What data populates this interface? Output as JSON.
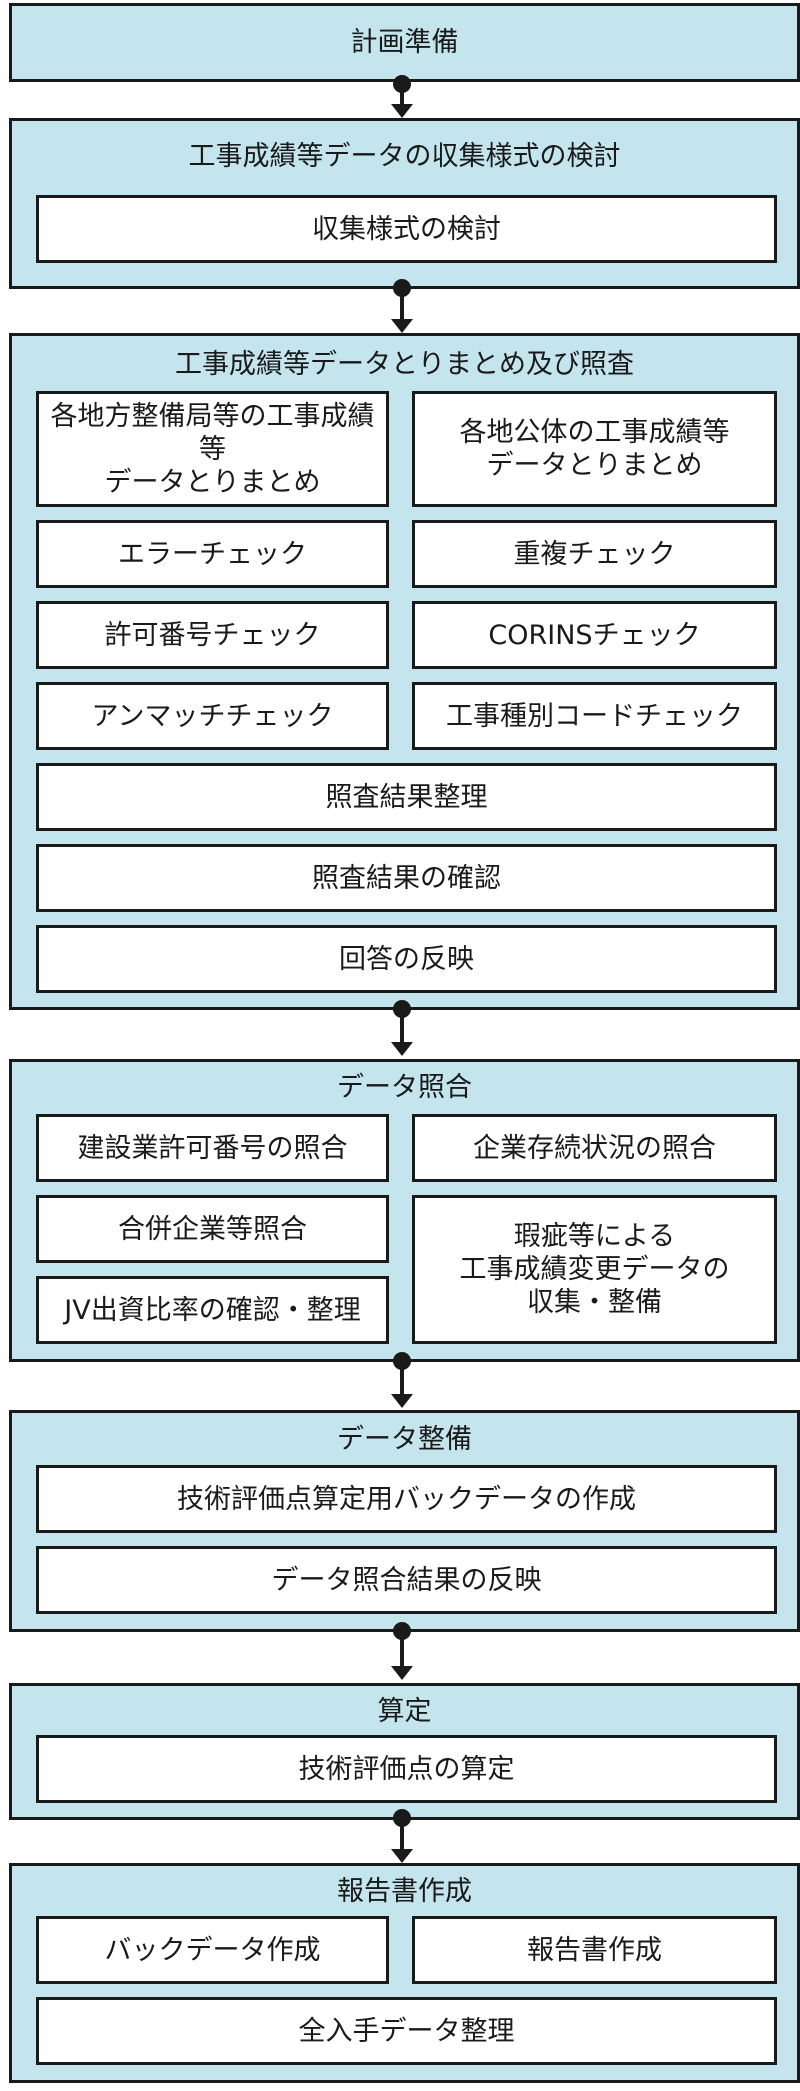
{
  "stages": [
    {
      "title": "計画準備",
      "boxes": []
    },
    {
      "title": "工事成績等データの収集様式の検討",
      "boxes": [
        "収集様式の検討"
      ]
    },
    {
      "title": "工事成績等データとりまとめ及び照査",
      "boxes": [
        "各地方整備局等の工事成績等\nデータとりまとめ",
        "各地公体の工事成績等\nデータとりまとめ",
        "エラーチェック",
        "重複チェック",
        "許可番号チェック",
        "CORINSチェック",
        "アンマッチチェック",
        "工事種別コードチェック",
        "照査結果整理",
        "照査結果の確認",
        "回答の反映"
      ]
    },
    {
      "title": "データ照合",
      "boxes": [
        "建設業許可番号の照合",
        "企業存続状況の照合",
        "合併企業等照合",
        "瑕疵等による\n工事成績変更データの\n収集・整備",
        "JV出資比率の確認・整理"
      ]
    },
    {
      "title": "データ整備",
      "boxes": [
        "技術評価点算定用バックデータの作成",
        "データ照合結果の反映"
      ]
    },
    {
      "title": "算定",
      "boxes": [
        "技術評価点の算定"
      ]
    },
    {
      "title": "報告書作成",
      "boxes": [
        "バックデータ作成",
        "報告書作成",
        "全入手データ整理"
      ]
    }
  ]
}
